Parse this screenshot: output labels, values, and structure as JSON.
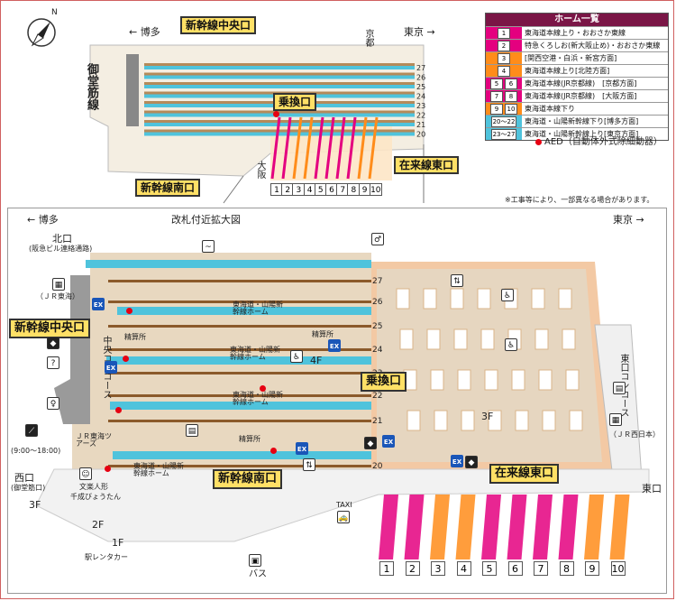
{
  "legend": {
    "title": "ホーム一覧",
    "rows": [
      {
        "badges": [
          "1"
        ],
        "color": "#e4007f",
        "text": "東海道本線上り・おおさか東線"
      },
      {
        "badges": [
          "2"
        ],
        "color": "#e4007f",
        "text": "特急くろしお(新大阪止め)・おおさか東線"
      },
      {
        "badges": [
          "3"
        ],
        "color": "#ff8c1a",
        "text": "[関西空港・白浜・新宮方面]"
      },
      {
        "badges": [
          "4"
        ],
        "color": "#ff8c1a",
        "text": "東海道本線上り[北陸方面]"
      },
      {
        "badges": [
          "5",
          "6"
        ],
        "color": "#e4007f",
        "text": "東海道本線(JR京都線)　[京都方面]"
      },
      {
        "badges": [
          "7",
          "8"
        ],
        "color": "#e4007f",
        "text": "東海道本線(JR京都線)　[大阪方面]"
      },
      {
        "badges": [
          "9",
          "10"
        ],
        "color": "#ff8c1a",
        "text": "東海道本線下り"
      },
      {
        "badges": [
          "20〜22"
        ],
        "color": "#4fc3dc",
        "text": "東海道・山陽新幹線下り[博多方面]"
      },
      {
        "badges": [
          "23〜27"
        ],
        "color": "#4fc3dc",
        "text": "東海道・山陽新幹線上り[東京方面]"
      }
    ],
    "aed": "AED（自動体外式除細動器）"
  },
  "note": "※工事等により、一部異なる場合があります。",
  "overview": {
    "compass": "N",
    "hakata": "← 博多",
    "tokyo": "東京 →",
    "kyoto": "京都",
    "osaka": "大阪",
    "midosuji": "御堂筋線",
    "platforms": [
      "27",
      "26",
      "25",
      "24",
      "23",
      "22",
      "21",
      "20"
    ],
    "conv_lines": [
      "1",
      "2",
      "3",
      "4",
      "5",
      "6",
      "7",
      "8",
      "9",
      "10"
    ],
    "callouts": {
      "central": "新幹線中央口",
      "transfer": "乗換口",
      "south": "新幹線南口",
      "east": "在来線東口"
    }
  },
  "detail": {
    "title": "改札付近拡大図",
    "hakata": "← 博多",
    "tokyo": "東京 →",
    "north_exit": "北口",
    "north_sub": "(阪急ビル連絡通路)",
    "jr_tokai": "（ＪＲ東海）",
    "central_concourse": "中央コンコース",
    "tour": "ＪＲ東海ツアーズ",
    "tour_hours": "(9:00〜18:00)",
    "west_exit": "西口",
    "west_sub": "(御堂筋口)",
    "bunraku": "文楽人形",
    "chiyo": "千成びょうたん",
    "rent": "駅レンタカー",
    "bus": "バス",
    "taxi": "TAXI",
    "east_concourse": "東口コンコース",
    "jr_west": "（ＪＲ西日本）",
    "east_exit": "東口",
    "floor_1f": "1F",
    "floor_2f": "2F",
    "floor_3f": "3F",
    "floor_3f_east": "3F",
    "floor_4f": "4F",
    "seisan": "精算所",
    "shinkansen_home": "東海道・山陽新幹線ホーム",
    "platforms": [
      "27",
      "26",
      "25",
      "24",
      "23",
      "22",
      "21",
      "20"
    ],
    "conv_lines": [
      "1",
      "2",
      "3",
      "4",
      "5",
      "6",
      "7",
      "8",
      "9",
      "10"
    ],
    "callouts": {
      "central": "新幹線中央口",
      "transfer": "乗換口",
      "south": "新幹線南口",
      "east": "在来線東口"
    }
  },
  "colors": {
    "shinkansen": "#4fc3dc",
    "conv_pink": "#e4007f",
    "conv_orange": "#ff8c1a",
    "floor": "#e8d8c0",
    "callout": "#ffe066",
    "aed": "#e60012",
    "legend_header": "#7a1646"
  }
}
